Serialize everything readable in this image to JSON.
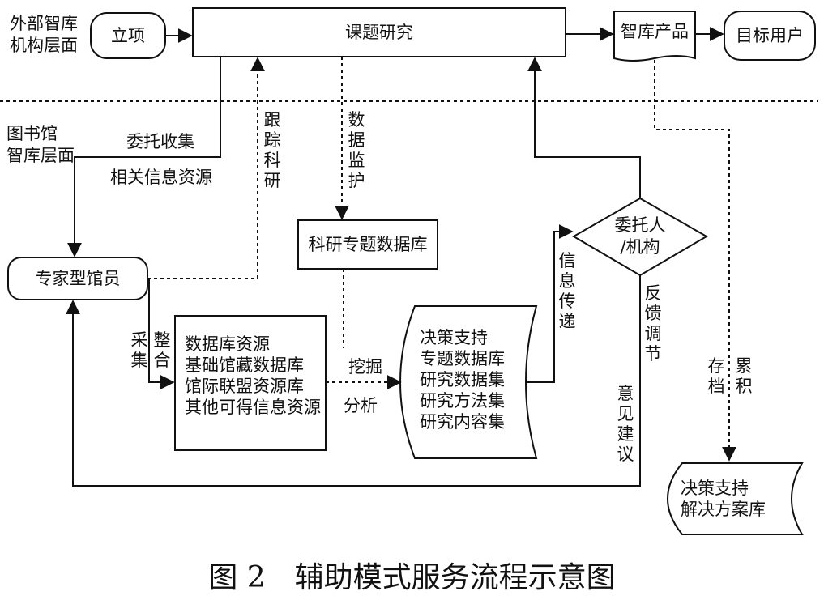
{
  "layers": {
    "outer": "外部智库\n机构层面",
    "library": "图书馆\n智库层面"
  },
  "nodes": {
    "lixiang": "立项",
    "keti": "课题研究",
    "product": "智库产品",
    "users": "目标用户",
    "expert": "专家型馆员",
    "topicdb": "科研专题数据库",
    "client": "委托人\n/机构",
    "resources": [
      "数据库资源",
      "基础馆藏数据库",
      "馆际联盟资源库",
      "其他可得信息资源"
    ],
    "decision": [
      "决策支持",
      "专题数据库",
      "研究数据集",
      "研究方法集",
      "研究内容集"
    ],
    "solution": [
      "决策支持",
      "解决方案库"
    ]
  },
  "edge_labels": {
    "collect1": "委托收集",
    "collect2": "相关信息资源",
    "track": "跟踪科研",
    "monitor": "数据监护",
    "gather": "采集",
    "integrate": "整合",
    "mine": "挖掘",
    "analyze": "分析",
    "info": "信息传递",
    "feedback": "反馈调节",
    "advice": "意见建议",
    "archive": "存档",
    "accumulate": "累积"
  },
  "caption": "图 2　辅助模式服务流程示意图"
}
